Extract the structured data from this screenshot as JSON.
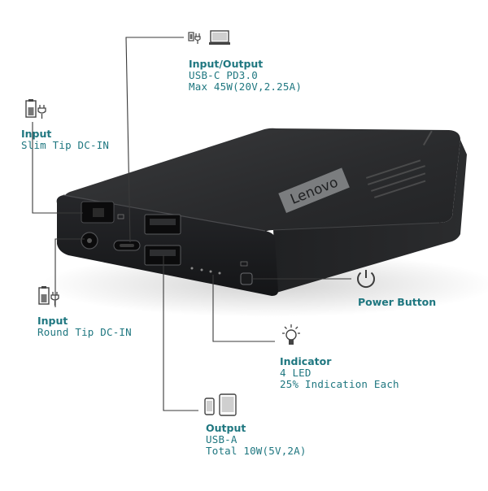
{
  "colors": {
    "accent": "#1f7780",
    "device_top": "#2c2d2f",
    "device_front": "#1c1d1f",
    "logo_plate": "#7b7d7f",
    "connector_line": "#3a3a3a"
  },
  "brand": {
    "logo_text": "Lenovo"
  },
  "labels": {
    "usb_c": {
      "title": "Input/Output",
      "line1": "USB-C PD3.0",
      "line2": "Max 45W(20V,2.25A)",
      "icons": [
        "plug-icon",
        "laptop-icon"
      ]
    },
    "slim_tip": {
      "title": "Input",
      "line1": "Slim Tip DC-IN",
      "icons": [
        "battery-plug-icon"
      ]
    },
    "round_tip": {
      "title": "Input",
      "line1": "Round Tip DC-IN",
      "icons": [
        "battery-plug-icon"
      ]
    },
    "power": {
      "title": "Power Button",
      "icons": [
        "power-icon"
      ]
    },
    "indicator": {
      "title": "Indicator",
      "line1": "4 LED",
      "line2": "25% Indication Each",
      "icons": [
        "light-bulb-icon"
      ]
    },
    "usb_a": {
      "title": "Output",
      "line1": "USB-A",
      "line2": "Total 10W(5V,2A)",
      "icons": [
        "phone-icon",
        "tablet-icon"
      ]
    }
  }
}
